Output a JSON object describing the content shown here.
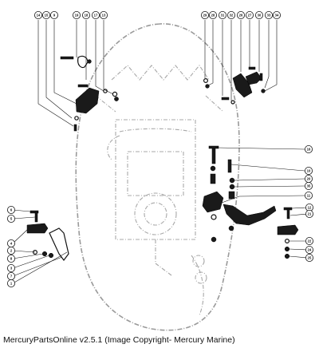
{
  "caption": "MercuryPartsOnline v2.5.1 (Image Copyright- Mercury Marine)",
  "callouts": {
    "c14": "14",
    "c15": "15",
    "c9": "9",
    "c19": "19",
    "c18": "18",
    "c17": "17",
    "c13": "13",
    "c29": "29",
    "c28": "28",
    "c31": "31",
    "c32": "32",
    "c26": "26",
    "c27": "27",
    "c30": "30",
    "c33": "33",
    "c34": "34",
    "c16": "16",
    "c10": "10",
    "c20": "20",
    "c35": "35",
    "c11": "11",
    "c6": "6",
    "c5": "5",
    "c4": "4",
    "c2": "2",
    "c8": "8",
    "c3": "3",
    "c7": "7",
    "c1": "1",
    "c12": "12",
    "c21": "21",
    "c22": "22",
    "c24": "24",
    "c25": "25"
  }
}
